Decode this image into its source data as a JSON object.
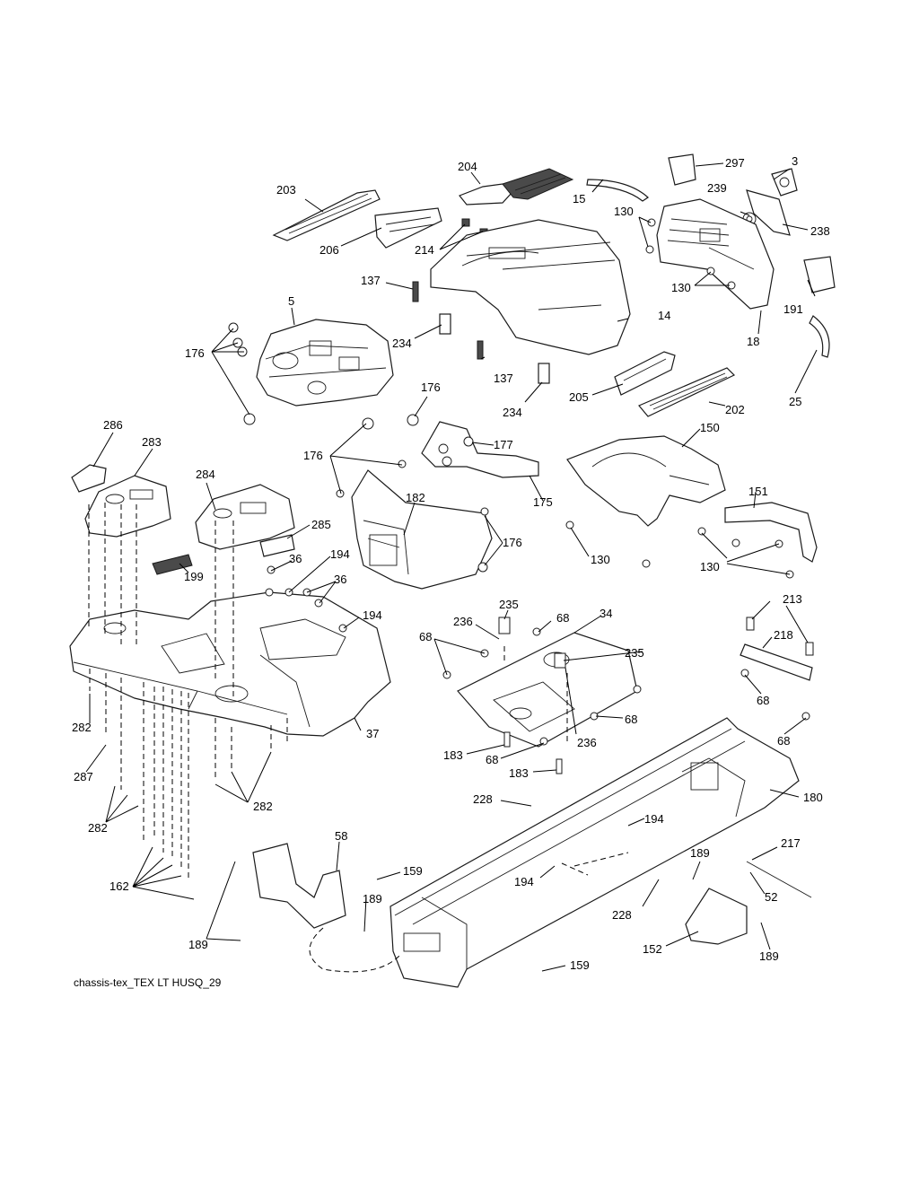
{
  "footer": {
    "source_label": "chassis-tex_TEX LT HUSQ_29"
  },
  "callouts": {
    "c3": "3",
    "c297": "297",
    "c204": "204",
    "c203": "203",
    "c15": "15",
    "c239": "239",
    "c238": "238",
    "c130a": "130",
    "c206": "206",
    "c214": "214",
    "c137a": "137",
    "c130b": "130",
    "c191": "191",
    "c5": "5",
    "c14": "14",
    "c18": "18",
    "c176a": "176",
    "c234a": "234",
    "c137b": "137",
    "c25": "25",
    "c176b": "176",
    "c205": "205",
    "c202": "202",
    "c234b": "234",
    "c286": "286",
    "c150": "150",
    "c177": "177",
    "c283": "283",
    "c176c": "176",
    "c182": "182",
    "c151": "151",
    "c284": "284",
    "c175": "175",
    "c285": "285",
    "c176d": "176",
    "c130c": "130",
    "c130d": "130",
    "c194a": "194",
    "c36a": "36",
    "c199": "199",
    "c36b": "36",
    "c213": "213",
    "c235a": "235",
    "c194b": "194",
    "c34": "34",
    "c236a": "236",
    "c68a": "68",
    "c218": "218",
    "c68b": "68",
    "c235b": "235",
    "c68c": "68",
    "c282a": "282",
    "c68d": "68",
    "c37": "37",
    "c68e": "68",
    "c236b": "236",
    "c183a": "183",
    "c68f": "68",
    "c287": "287",
    "c183b": "183",
    "c282b": "282",
    "c282c": "282",
    "c180": "180",
    "c228a": "228",
    "c194c": "194",
    "c58": "58",
    "c217": "217",
    "c189a": "189",
    "c162": "162",
    "c159a": "159",
    "c194d": "194",
    "c52": "52",
    "c189b": "189",
    "c228b": "228",
    "c189c": "189",
    "c152": "152",
    "c189d": "189",
    "c159b": "159"
  }
}
